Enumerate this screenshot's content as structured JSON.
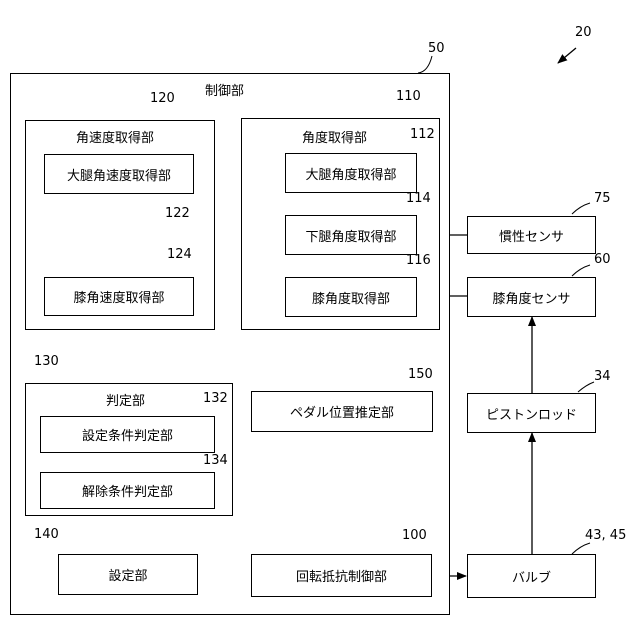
{
  "device_ref": "20",
  "control": {
    "title": "制御部",
    "ref": "50"
  },
  "angular_velocity_unit": {
    "title": "角速度取得部",
    "ref": "120"
  },
  "thigh_angvel": {
    "label": "大腿角速度取得部",
    "ref": "122"
  },
  "knee_angvel": {
    "label": "膝角速度取得部",
    "ref": "124"
  },
  "angle_unit": {
    "title": "角度取得部",
    "ref": "110"
  },
  "thigh_angle": {
    "label": "大腿角度取得部",
    "ref": "112"
  },
  "lower_leg_angle": {
    "label": "下腿角度取得部",
    "ref": "114"
  },
  "knee_angle": {
    "label": "膝角度取得部",
    "ref": "116"
  },
  "inertial_sensor": {
    "label": "慣性センサ",
    "ref": "75"
  },
  "knee_sensor": {
    "label": "膝角度センサ",
    "ref": "60"
  },
  "judgement_unit": {
    "title": "判定部",
    "ref": "130"
  },
  "set_condition": {
    "label": "設定条件判定部",
    "ref": "132"
  },
  "release_condition": {
    "label": "解除条件判定部",
    "ref": "134"
  },
  "pedal_position": {
    "label": "ペダル位置推定部",
    "ref": "150"
  },
  "piston_rod": {
    "label": "ピストンロッド",
    "ref": "34"
  },
  "setting_unit": {
    "label": "設定部",
    "ref": "140"
  },
  "rotation_resistance": {
    "label": "回転抵抗制御部",
    "ref": "100"
  },
  "valve": {
    "label": "バルブ",
    "ref": "43, 45"
  }
}
